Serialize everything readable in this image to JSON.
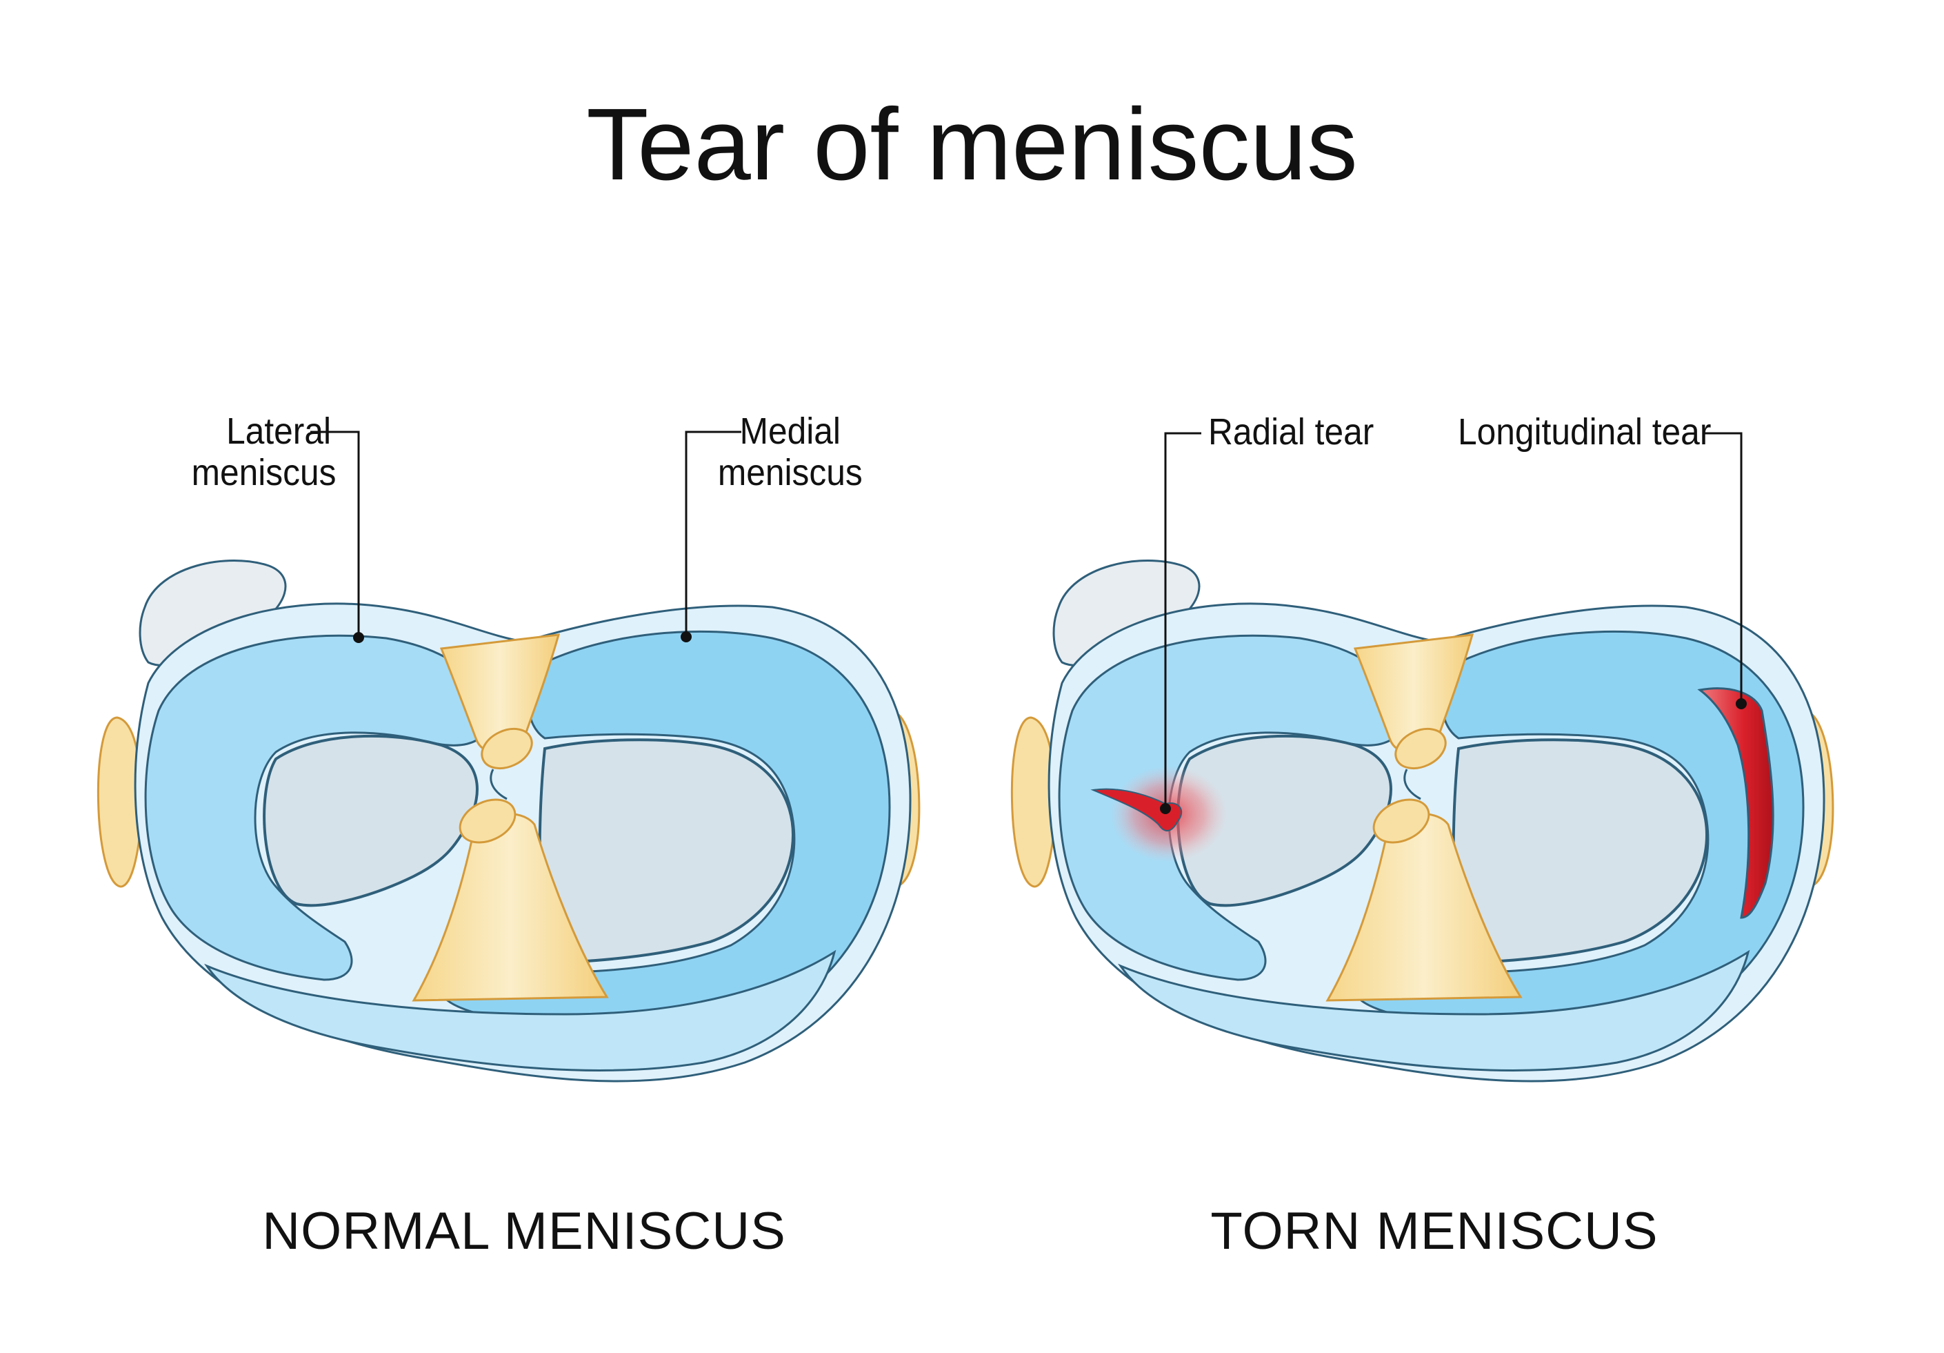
{
  "title": "Tear of meniscus",
  "panels": {
    "normal": {
      "caption": "NORMAL MENISCUS",
      "labels": {
        "lateral": [
          "Lateral",
          "meniscus"
        ],
        "medial": [
          "Medial",
          "meniscus"
        ]
      }
    },
    "torn": {
      "caption": "TORN MENISCUS",
      "labels": {
        "radial": "Radial tear",
        "longitudinal": "Longitudinal tear"
      }
    }
  },
  "colors": {
    "meniscus_light": "#dff1fb",
    "meniscus_blue": "#a6dcf6",
    "meniscus_deep": "#8fd3f3",
    "outline": "#2f5f7a",
    "plateau": "#d5e2ea",
    "ligament": "#f8e0a4",
    "tendon": "#f7d98f",
    "tendon_outline": "#d49a3a",
    "patella": "#e8edf1",
    "tear": "#d9202a"
  }
}
